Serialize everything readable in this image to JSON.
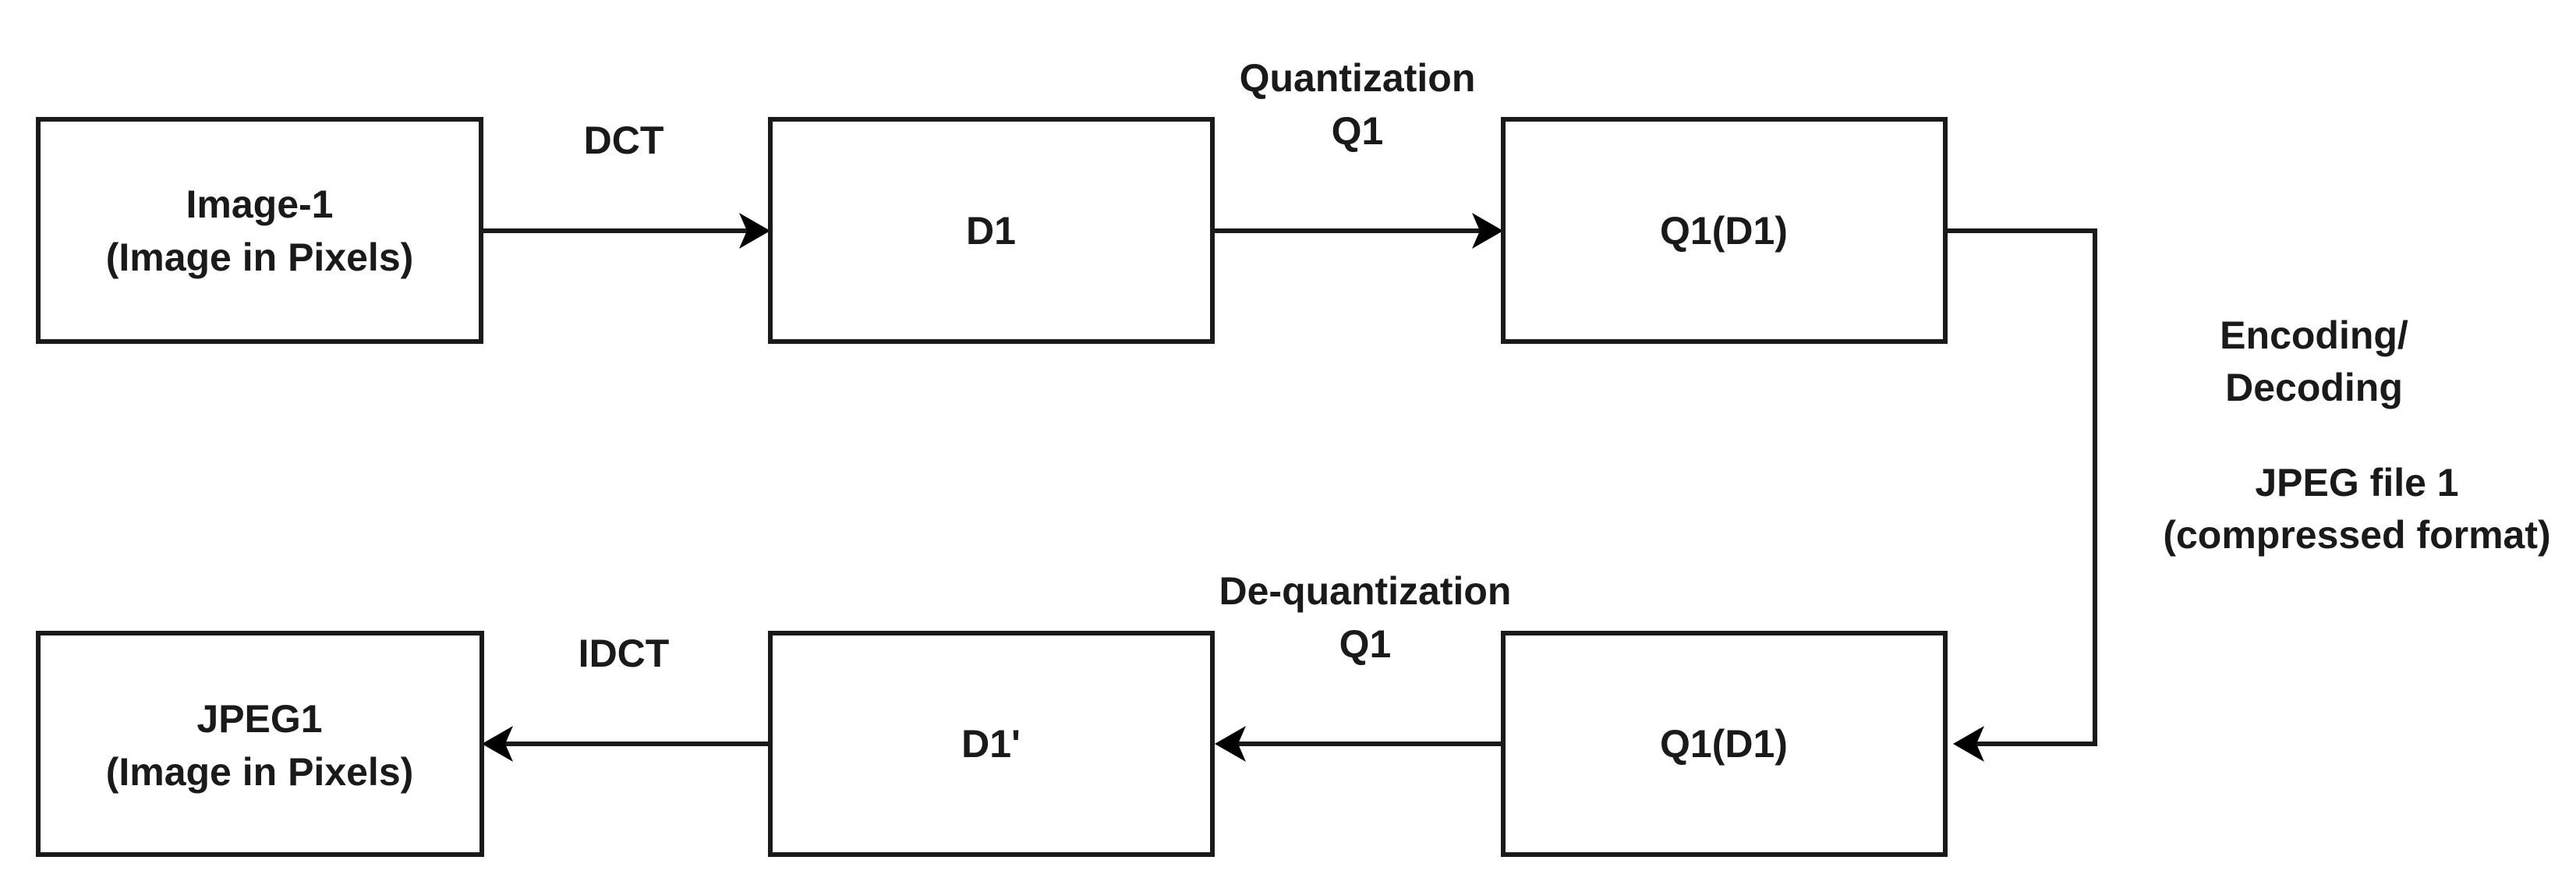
{
  "nodes": {
    "image1": {
      "line1": "Image-1",
      "line2": "(Image in Pixels)"
    },
    "d1": {
      "label": "D1"
    },
    "q1d1_top": {
      "label": "Q1(D1)"
    },
    "q1d1_bottom": {
      "label": "Q1(D1)"
    },
    "d1_prime": {
      "label": "D1'"
    },
    "jpeg1": {
      "line1": "JPEG1",
      "line2": "(Image in Pixels)"
    }
  },
  "edges": {
    "dct": {
      "label": "DCT"
    },
    "quantization": {
      "line1": "Quantization",
      "line2": "Q1"
    },
    "encoding": {
      "line1": "Encoding/",
      "line2": "Decoding",
      "line3": "JPEG file 1",
      "line4": "(compressed format)"
    },
    "dequantization": {
      "line1": "De-quantization",
      "line2": "Q1"
    },
    "idct": {
      "label": "IDCT"
    }
  },
  "colors": {
    "stroke": "#1a1a1a",
    "background": "#ffffff"
  }
}
